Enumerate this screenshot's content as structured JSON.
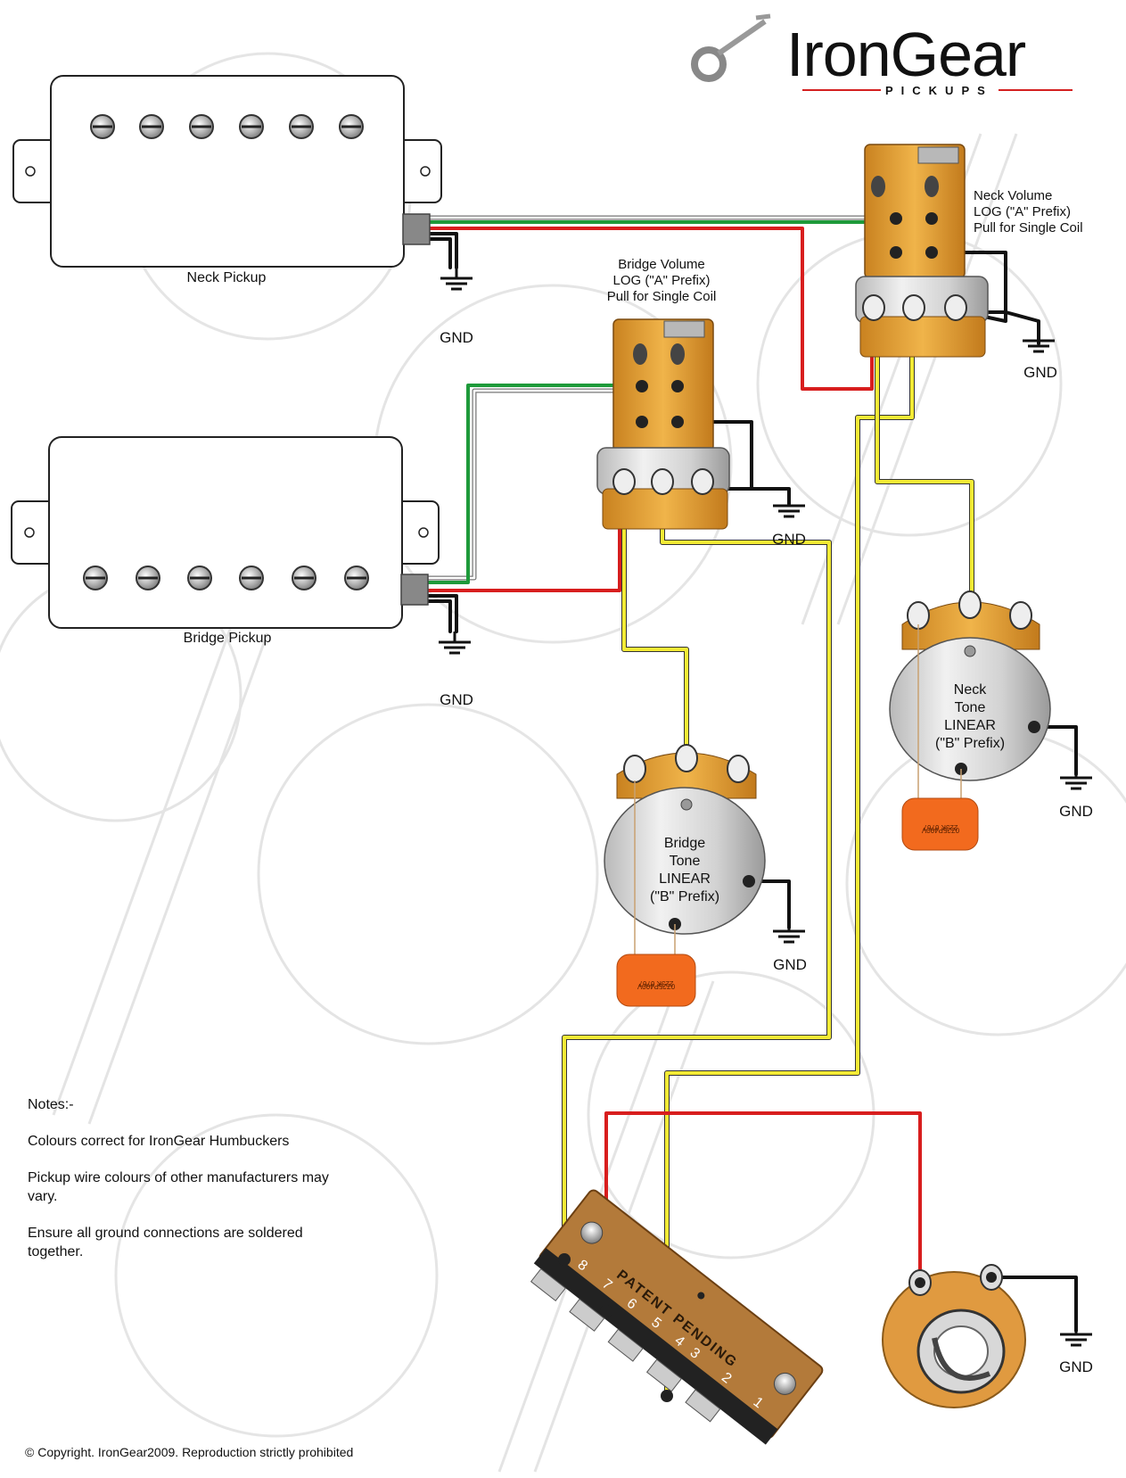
{
  "logo": {
    "brand": "IronGear",
    "subtitle": "PICKUPS"
  },
  "pickups": {
    "neck_label": "Neck Pickup",
    "bridge_label": "Bridge Pickup"
  },
  "pots": {
    "neck_volume": [
      "Neck Volume",
      "LOG (\"A\" Prefix)",
      "Pull for Single Coil"
    ],
    "bridge_volume": [
      "Bridge Volume",
      "LOG (\"A\" Prefix)",
      "Pull for Single Coil"
    ],
    "neck_tone": [
      "Neck",
      "Tone",
      "LINEAR",
      "(\"B\" Prefix)"
    ],
    "bridge_tone": [
      "Bridge",
      "Tone",
      "LINEAR",
      "(\"B\" Prefix)"
    ]
  },
  "ground_label": "GND",
  "capacitor_text": [
    "223K 6767",
    "0Z25P400V"
  ],
  "switch_text": {
    "patent": "PATENT PENDING",
    "numbers": [
      "8",
      "7",
      "6",
      "5",
      "3",
      "1",
      "2",
      "4"
    ]
  },
  "notes": {
    "title": "Notes:-",
    "items": [
      "Colours correct for IronGear Humbuckers",
      "Pickup wire colours of other manufacturers may vary.",
      "Ensure all ground connections are soldered together."
    ]
  },
  "copyright": "© Copyright. IronGear2009. Reproduction strictly prohibited",
  "colors": {
    "wire_black": "#111111",
    "wire_red": "#d81e1e",
    "wire_green": "#1e9a3a",
    "wire_yellow": "#f3ea35",
    "pot_body": "#e0a030",
    "cap": "#f26a1e",
    "logo_red": "#d42020"
  }
}
